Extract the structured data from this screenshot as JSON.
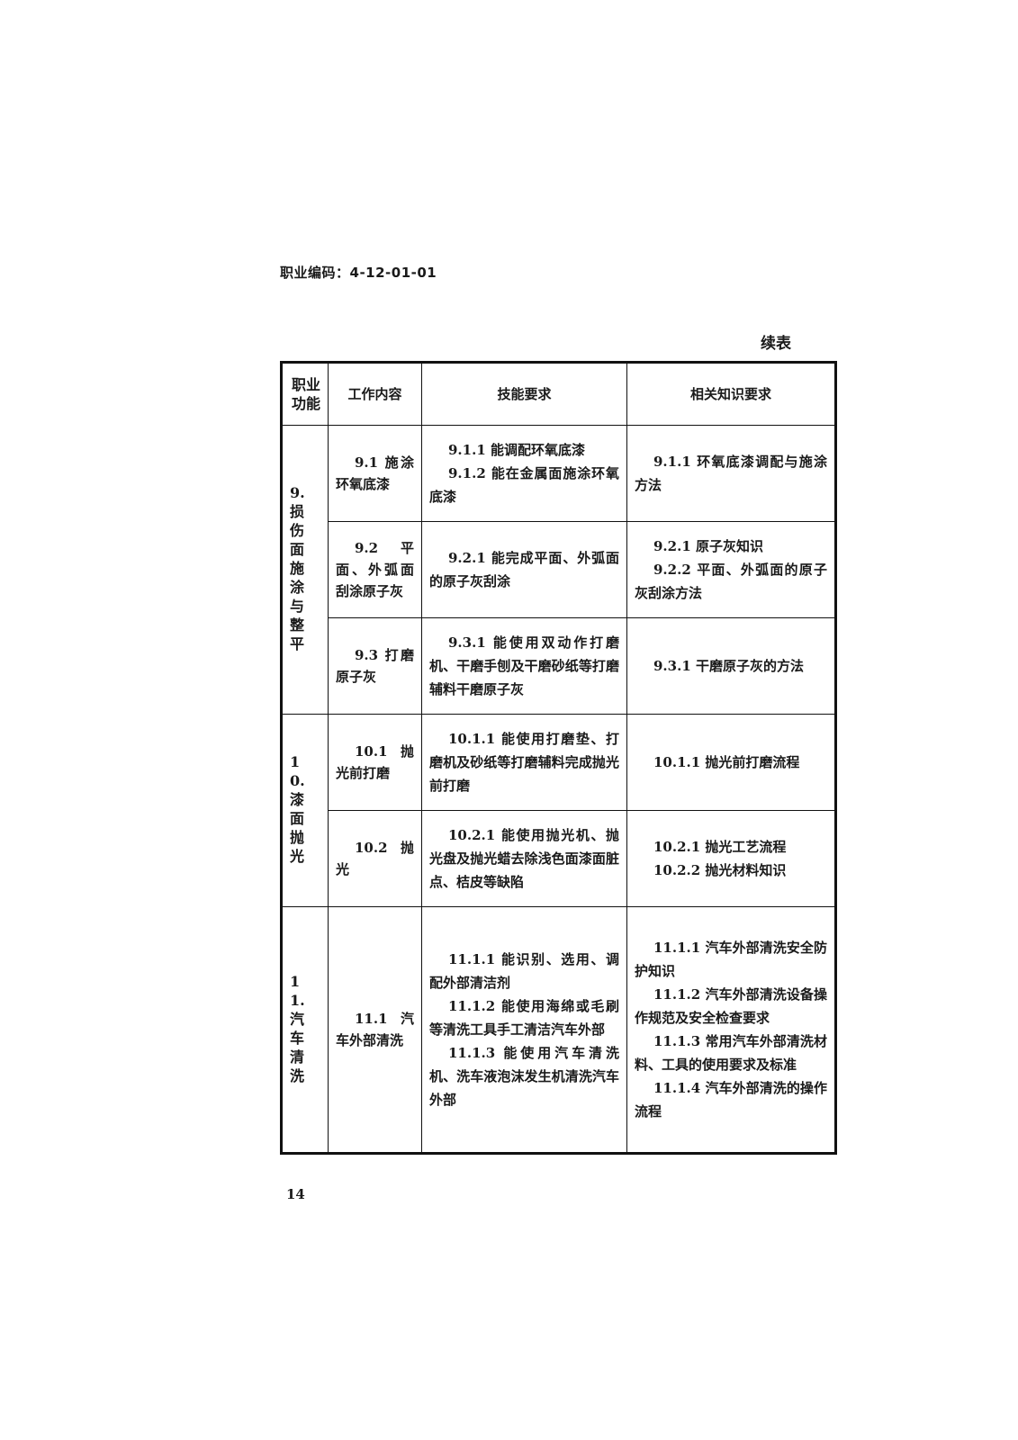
{
  "header": {
    "code_label": "职业编码：4-12-01-01",
    "continued": "续表"
  },
  "table": {
    "headers": [
      "职业功能",
      "工作内容",
      "技能要求",
      "相关知识要求"
    ],
    "groups": [
      {
        "function": "9.损伤面施涂与整平",
        "rows": [
          {
            "content": "9.1 施涂环氧底漆",
            "skills": [
              "9.1.1 能调配环氧底漆",
              "9.1.2 能在金属面施涂环氧底漆"
            ],
            "knowledge": [
              "9.1.1 环氧底漆调配与施涂方法"
            ]
          },
          {
            "content": "9.2 平面、外弧面刮涂原子灰",
            "skills": [
              "9.2.1 能完成平面、外弧面的原子灰刮涂"
            ],
            "knowledge": [
              "9.2.1 原子灰知识",
              "9.2.2 平面、外弧面的原子灰刮涂方法"
            ]
          },
          {
            "content": "9.3 打磨原子灰",
            "skills": [
              "9.3.1 能使用双动作打磨机、干磨手刨及干磨砂纸等打磨辅料干磨原子灰"
            ],
            "knowledge": [
              "9.3.1 干磨原子灰的方法"
            ]
          }
        ]
      },
      {
        "function": "10.漆面抛光",
        "rows": [
          {
            "content": "10.1 抛光前打磨",
            "skills": [
              "10.1.1 能使用打磨垫、打磨机及砂纸等打磨辅料完成抛光前打磨"
            ],
            "knowledge": [
              "10.1.1 抛光前打磨流程"
            ]
          },
          {
            "content": "10.2 抛光",
            "skills": [
              "10.2.1 能使用抛光机、抛光盘及抛光蜡去除浅色面漆面脏点、桔皮等缺陷"
            ],
            "knowledge": [
              "10.2.1 抛光工艺流程",
              "10.2.2 抛光材料知识"
            ]
          }
        ]
      },
      {
        "function": "11.汽车清洗",
        "rows": [
          {
            "content": "11.1 汽车外部清洗",
            "skills": [
              "11.1.1 能识别、选用、调配外部清洁剂",
              "11.1.2 能使用海绵或毛刷等清洗工具手工清洁汽车外部",
              "11.1.3 能使用汽车清洗机、洗车液泡沫发生机清洗汽车外部"
            ],
            "knowledge": [
              "11.1.1 汽车外部清洗安全防护知识",
              "11.1.2 汽车外部清洗设备操作规范及安全检查要求",
              "11.1.3 常用汽车外部清洗材料、工具的使用要求及标准",
              "11.1.4 汽车外部清洗的操作流程"
            ]
          }
        ]
      }
    ]
  },
  "footer": {
    "page_number": "14"
  }
}
